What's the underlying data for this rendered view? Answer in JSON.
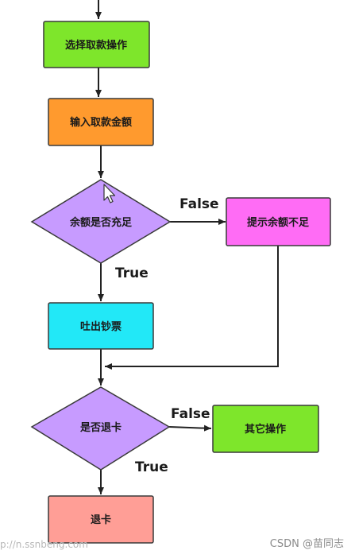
{
  "nodes": {
    "select_withdraw": {
      "label": "选择取款操作",
      "color": "#7ee62b"
    },
    "input_amount": {
      "label": "输入取款金额",
      "color": "#ff9a2e"
    },
    "balance_check": {
      "label": "余额是否充足",
      "color": "#c79bff"
    },
    "insufficient": {
      "label": "提示余额不足",
      "color": "#ff6cf5"
    },
    "dispense": {
      "label": "吐出钞票",
      "color": "#22e8f7"
    },
    "eject_check": {
      "label": "是否退卡",
      "color": "#c79bff"
    },
    "other_ops": {
      "label": "其它操作",
      "color": "#7ee62b"
    },
    "eject_card": {
      "label": "退卡",
      "color": "#ff9e96"
    }
  },
  "edges": {
    "balance_false": "False",
    "balance_true": "True",
    "eject_false": "False",
    "eject_true": "True"
  },
  "watermark": "CSDN @苗同志",
  "watermark_left": "p://n.ssnbeng.com"
}
